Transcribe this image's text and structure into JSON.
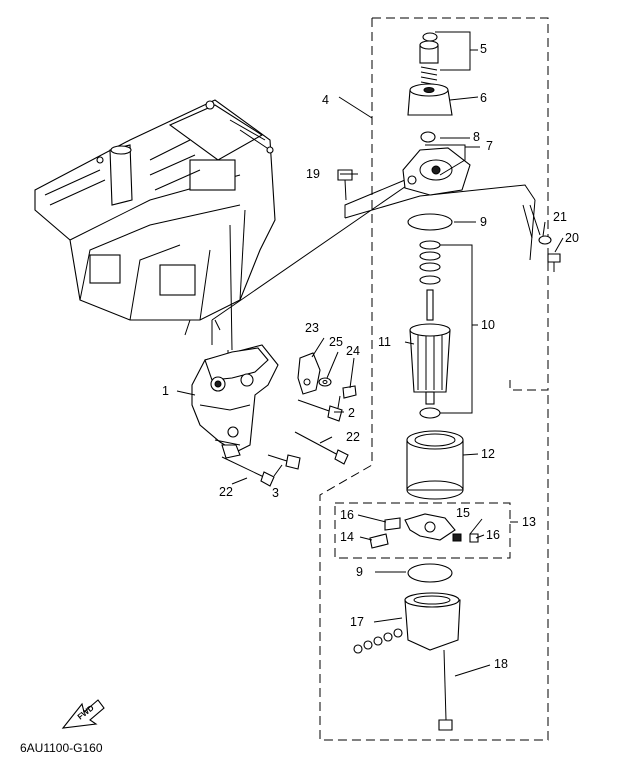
{
  "diagram_code": "6AU1100-G160",
  "fwd_label": "FWD",
  "callouts": {
    "c1": "1",
    "c2": "2",
    "c3": "3",
    "c4": "4",
    "c5": "5",
    "c6": "6",
    "c7": "7",
    "c8": "8",
    "c9a": "9",
    "c9b": "9",
    "c10": "10",
    "c11": "11",
    "c12": "12",
    "c13": "13",
    "c14": "14",
    "c15": "15",
    "c16a": "16",
    "c16b": "16",
    "c17": "17",
    "c18": "18",
    "c19": "19",
    "c20": "20",
    "c21": "21",
    "c22a": "22",
    "c22b": "22",
    "c23": "23",
    "c24": "24",
    "c25": "25"
  }
}
